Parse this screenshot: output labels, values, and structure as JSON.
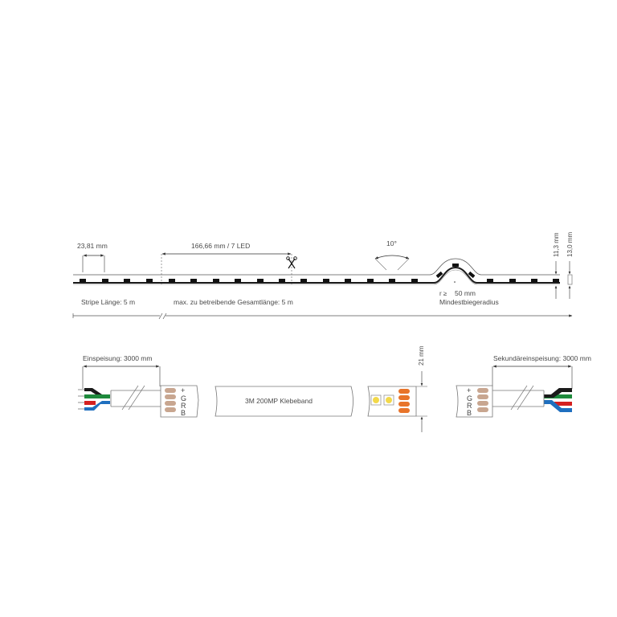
{
  "top_view": {
    "led_pitch": "23,81 mm",
    "segment": "166,66 mm / 7 LED",
    "angle": "10°",
    "height_strip": "11,3 mm",
    "height_total": "13,0 mm",
    "bend_radius_symbol": "r ≥",
    "bend_radius_value": "50 mm",
    "bend_radius_label": "Mindestbiegeradius",
    "stripe_length": "Stripe Länge:  5 m",
    "max_length": "max. zu betreibende Gesamtlänge:  5 m",
    "cut_icon": "scissors-icon"
  },
  "bottom_view": {
    "feed_in": "Einspeisung: 3000 mm",
    "secondary_feed": "Sekundäreinspeisung: 3000 mm",
    "adhesive": "3M 200MP Klebeband",
    "width": "21 mm",
    "pins": [
      "+",
      "G",
      "R",
      "B"
    ]
  },
  "colors": {
    "line": "#333333",
    "wire_black": "#1a1a1a",
    "wire_green": "#1e8a3c",
    "wire_red": "#d42020",
    "wire_blue": "#1f6fbf",
    "pad_copper": "#c8a690",
    "pad_orange": "#e8742a",
    "led_yellow": "#f2d84a"
  }
}
